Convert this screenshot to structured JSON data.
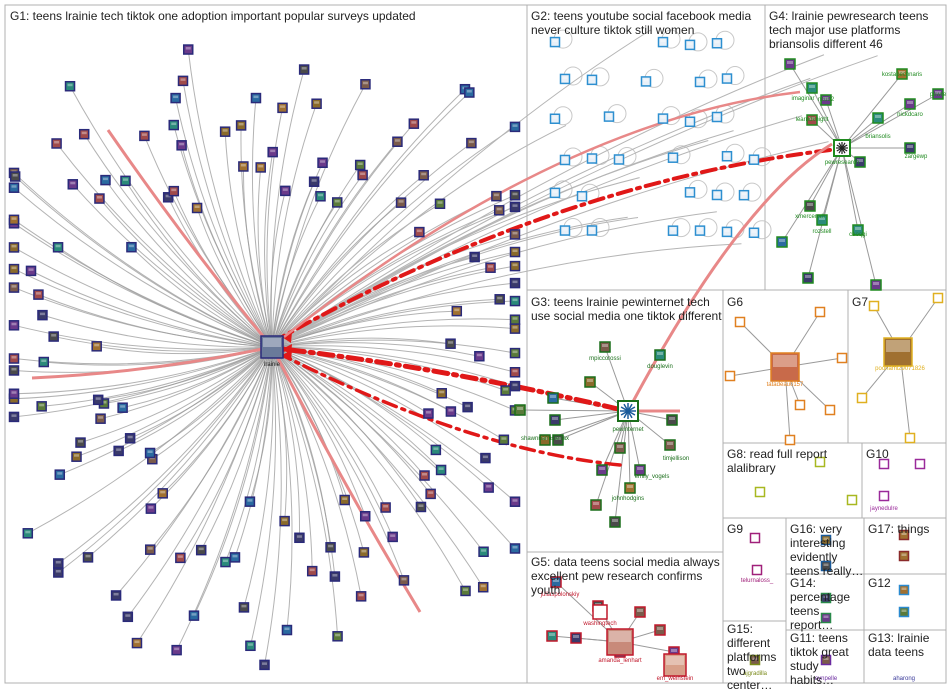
{
  "groups": [
    {
      "id": "G1",
      "label": "G1: teens lrainie tech tiktok one adoption important popular surveys updated",
      "color": "#2a2a7a"
    },
    {
      "id": "G2",
      "label": "G2: teens youtube social facebook media never culture tiktok still women",
      "color": "#2d8fd0"
    },
    {
      "id": "G3",
      "label": "G3: teens lrainie pewinternet tech use social media one tiktok different",
      "color": "#1a6e1a"
    },
    {
      "id": "G4",
      "label": "G4: lrainie pewresearch teens tech major use platforms briansolis different 46",
      "color": "#1f8a1f"
    },
    {
      "id": "G5",
      "label": "G5: data teens social media always excellent pew research confirms youth",
      "color": "#c0182b"
    },
    {
      "id": "G6",
      "label": "G6",
      "color": "#e08020"
    },
    {
      "id": "G7",
      "label": "G7",
      "color": "#e0b020"
    },
    {
      "id": "G8",
      "label": "G8: read full report alalibrary",
      "color": "#a8b820"
    },
    {
      "id": "G9",
      "label": "G9",
      "color": "#a0207a"
    },
    {
      "id": "G10",
      "label": "G10",
      "color": "#9a2a9a"
    },
    {
      "id": "G11",
      "label": "G11: teens tiktok great study habits…",
      "color": "#6a2aa0"
    },
    {
      "id": "G12",
      "label": "G12",
      "color": "#2a8ad0"
    },
    {
      "id": "G13",
      "label": "G13: lrainie data teens",
      "color": "#3a3a9a"
    },
    {
      "id": "G14",
      "label": "G14: percentage teens report…",
      "color": "#2a8a4a"
    },
    {
      "id": "G15",
      "label": "G15: different platforms two center…",
      "color": "#7a8a1a"
    },
    {
      "id": "G16",
      "label": "G16: very interesting evidently teens really…",
      "color": "#1a5a9a"
    },
    {
      "id": "G17",
      "label": "G17: things",
      "color": "#8a2a2a"
    }
  ],
  "nodes": {
    "lrainie": "lrainie",
    "pewinternet": "pewinternet",
    "pewresearch": "pewresearch",
    "mpiccorossi": "mpiccorossi",
    "douglevin": "douglevin",
    "shawnnamulienax": "shawnnamulienax",
    "timjellison": "timjellison",
    "emily_vogels": "emily_vogels",
    "johnhodgins": "johnhodgins",
    "imaginar": "imaginar",
    "ncub2": "ncub2",
    "learndknight": "learndknight",
    "kostapechnaris": "kostapechnaris",
    "pewre": "pewre",
    "nickdcaro": "nickdcaro",
    "briansolis": "briansolis",
    "zargewp": "zargewp",
    "xmercenah": "xmercenah",
    "rozstell": "rozstell",
    "caoqgi": "caoqgi",
    "tatadeau0157": "tatadeau0157",
    "poonami29071826": "poonami29071826",
    "jaynedulre": "jaynedulre",
    "telurnaloss_": "telurnaloss_",
    "aynpelle": "aynpelle",
    "aharong": "aharong",
    "ajgradilla": "ajgradilla",
    "juliaspolonskiy": "juliaspolonskiy",
    "washingtech": "washingtech",
    "amanda_lenhart": "amanda_lenhart",
    "em_weinstein": "em_weinstein"
  },
  "colors": {
    "edge_gray": "#9a9a9a",
    "edge_red": "#e01818",
    "edge_pink": "#e88888",
    "box_border": "#b0b0b0"
  }
}
